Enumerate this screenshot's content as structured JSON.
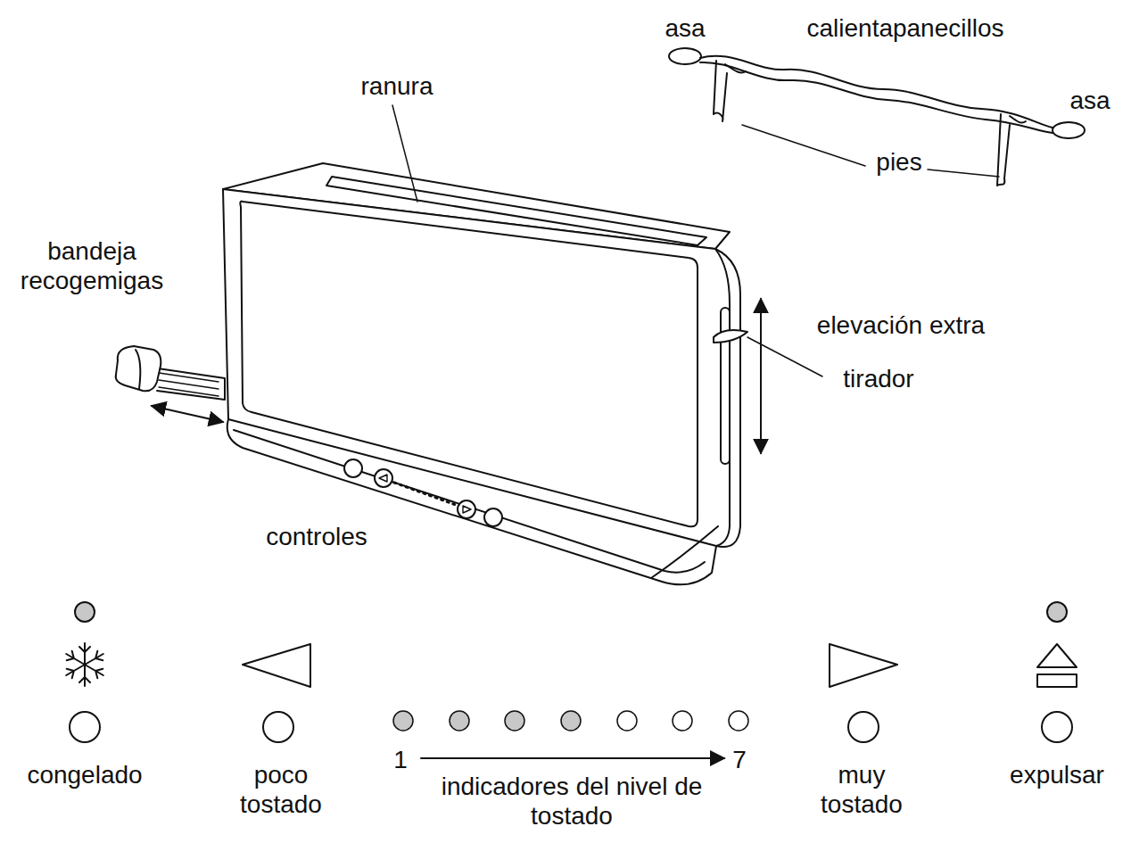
{
  "diagram": {
    "labels": [
      "asa",
      "calientapanecillos",
      "asa",
      "pies",
      "ranura",
      "bandeja recogemigas",
      "elevación extra",
      "tirador",
      "controles",
      "congelado",
      "poco tostado",
      "1",
      "7",
      "indicadores del nivel de tostado",
      "muy tostado",
      "expulsar"
    ]
  }
}
